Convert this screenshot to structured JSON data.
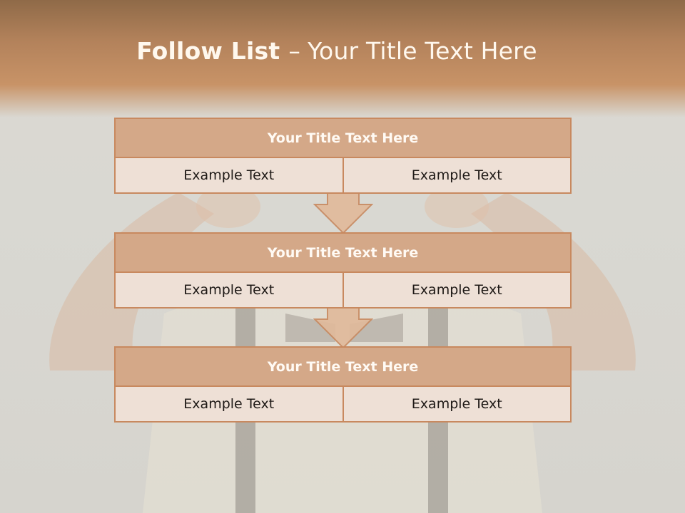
{
  "slide": {
    "title_bold": "Follow List",
    "title_sep": "–",
    "title_rest": "Your Title Text Here"
  },
  "blocks": [
    {
      "title": "Your Title Text Here",
      "left": "Example Text",
      "right": "Example Text"
    },
    {
      "title": "Your Title Text Here",
      "left": "Example Text",
      "right": "Example Text"
    },
    {
      "title": "Your Title Text Here",
      "left": "Example Text",
      "right": "Example Text"
    }
  ],
  "colors": {
    "header_brown": "#b3825b",
    "box_header": "#d4a888",
    "box_cell": "#eee0d6",
    "border": "#c8895f"
  },
  "icons": [
    "down-arrow-icon",
    "down-arrow-icon"
  ]
}
